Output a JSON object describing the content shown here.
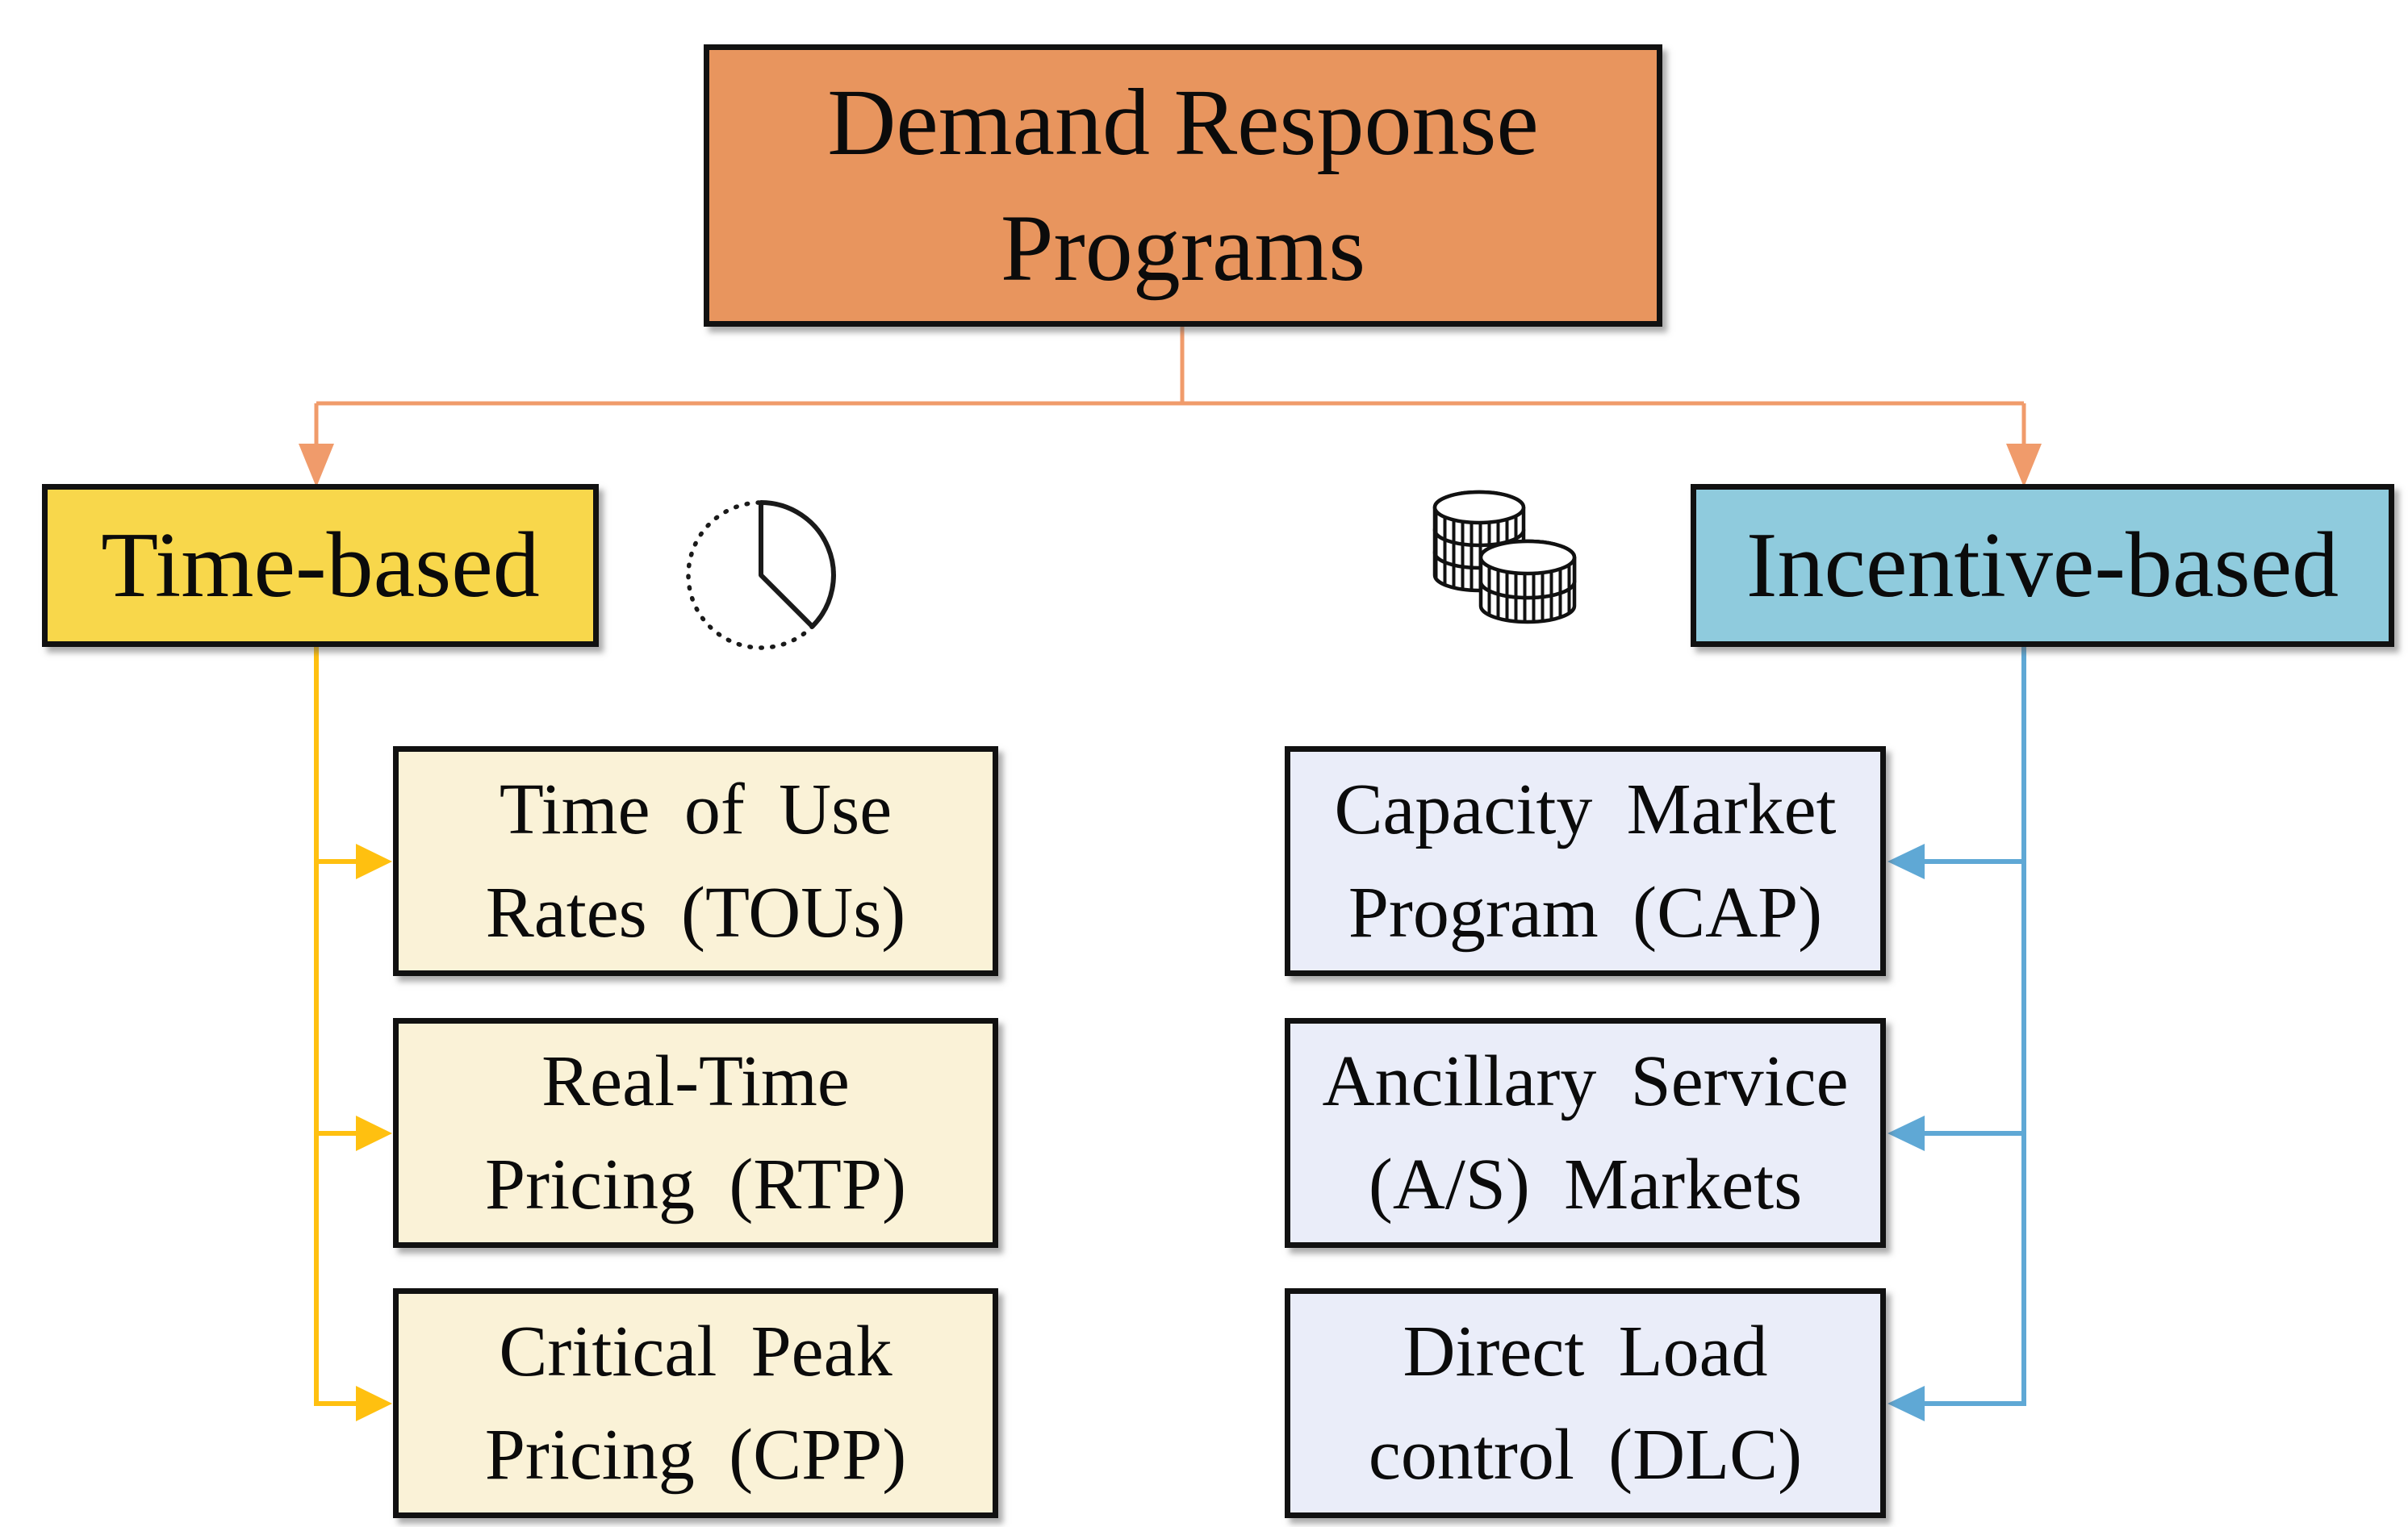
{
  "colors": {
    "root-fill": "#E8955E",
    "connector-orange": "#F09B6B",
    "time-fill": "#F8D74B",
    "incentive-fill": "#8FCBDD",
    "time-item-fill": "#FAF2D7",
    "incentive-item-fill": "#EAEDF9",
    "connector-yellow": "#FFC010",
    "connector-blue": "#5FA8D5",
    "box-border": "#111111"
  },
  "root": {
    "line1": "Demand Response",
    "line2": "Programs"
  },
  "left": {
    "header": "Time-based",
    "icon": "clock-quarter-icon",
    "items": [
      {
        "line1": "Time of Use",
        "line2": "Rates (TOUs)"
      },
      {
        "line1": "Real-Time",
        "line2": "Pricing (RTP)"
      },
      {
        "line1": "Critical Peak",
        "line2": "Pricing (CPP)"
      }
    ]
  },
  "right": {
    "header": "Incentive-based",
    "icon": "coin-stacks-icon",
    "items": [
      {
        "line1": "Capacity Market",
        "line2": "Program (CAP)"
      },
      {
        "line1": "Ancillary Service",
        "line2": "(A/S) Markets"
      },
      {
        "line1": "Direct Load",
        "line2": "control (DLC)"
      }
    ]
  }
}
